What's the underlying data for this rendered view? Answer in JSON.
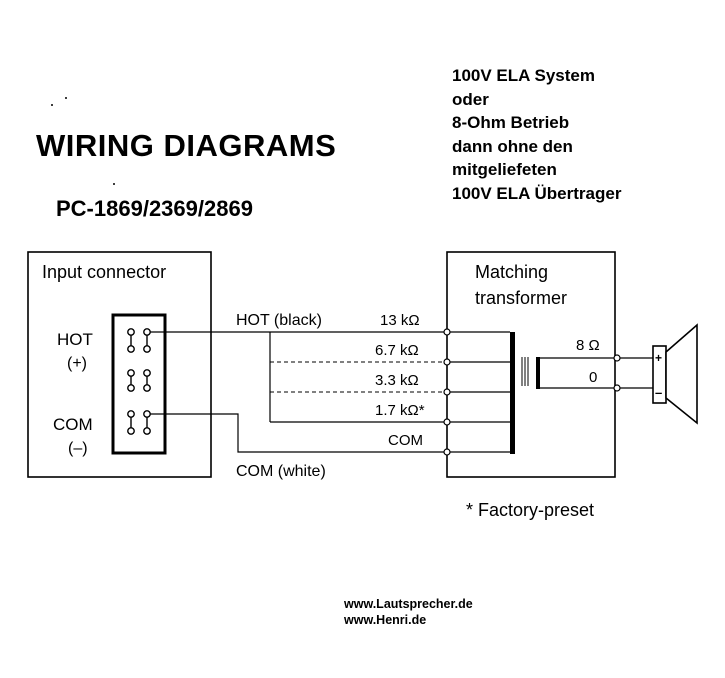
{
  "header": {
    "title": "WIRING DIAGRAMS",
    "model": "PC-1869/2369/2869"
  },
  "note": {
    "lines": [
      "100V ELA System",
      "oder",
      "8-Ohm Betrieb",
      "dann ohne den",
      "mitgeliefeten",
      "100V ELA Übertrager"
    ]
  },
  "input_connector": {
    "label": "Input connector",
    "hot_label": "HOT",
    "hot_sign": "(+)",
    "com_label": "COM",
    "com_sign": "(–)"
  },
  "wires": {
    "hot": "HOT (black)",
    "com": "COM (white)"
  },
  "transformer": {
    "label_line1": "Matching",
    "label_line2": "transformer",
    "taps": [
      "13 kΩ",
      "6.7 kΩ",
      "3.3 kΩ",
      "1.7 kΩ*",
      "COM"
    ],
    "outputs": [
      "8 Ω",
      "0"
    ]
  },
  "speaker": {
    "plus": "+",
    "minus": "–"
  },
  "footnote": "* Factory-preset",
  "credits": [
    "www.Lautsprecher.de",
    "www.Henri.de"
  ]
}
